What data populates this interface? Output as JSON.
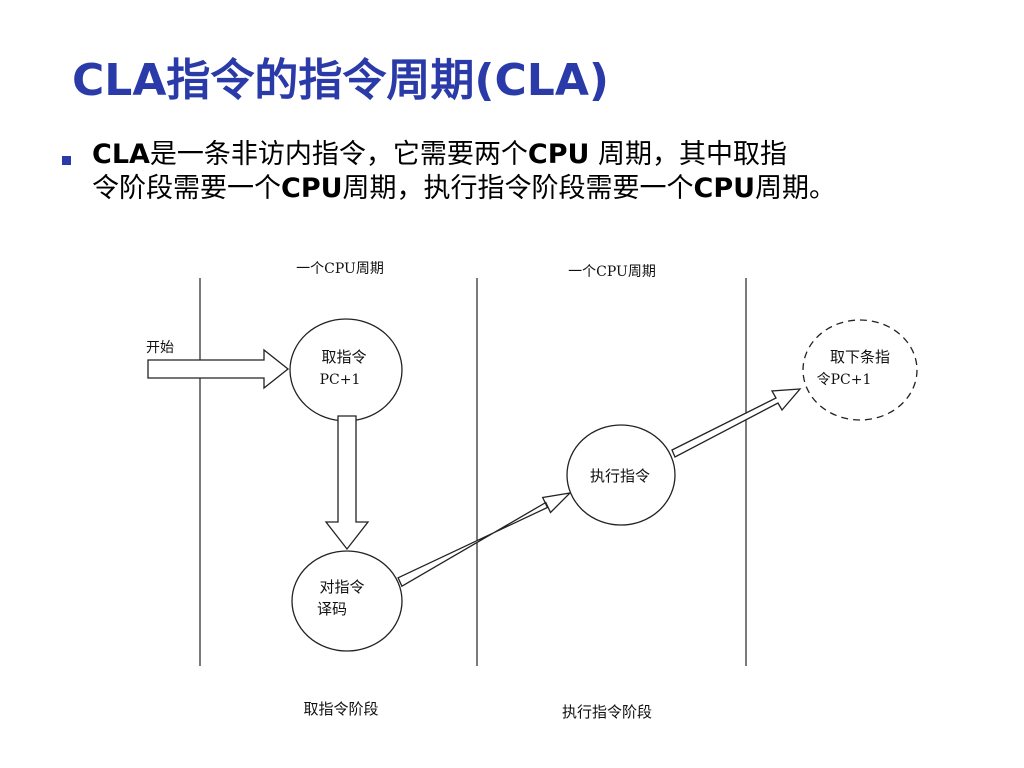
{
  "slide": {
    "title": "CLA指令的指令周期(CLA)",
    "bullet": {
      "p1": "CLA",
      "p2": "是一条非访内指令，它需要两个",
      "p3": "CPU",
      "p4": " 周期，其中取指",
      "p5": "令阶段需要一个",
      "p6": "CPU",
      "p7": "周期，执行指令阶段需要一个",
      "p8": "CPU",
      "p9": "周期。"
    }
  },
  "diagram": {
    "cycle_label_1": "一个CPU周期",
    "cycle_label_2": "一个CPU周期",
    "start_label": "开始",
    "node_fetch_line1": "取指令",
    "node_fetch_line2": "PC+1",
    "node_decode_line1": "对指令",
    "node_decode_line2": "译码",
    "node_execute": "执行指令",
    "node_next_line1": "取下条指",
    "node_next_line2": "令PC+1",
    "phase_label_1": "取指令阶段",
    "phase_label_2": "执行指令阶段"
  }
}
